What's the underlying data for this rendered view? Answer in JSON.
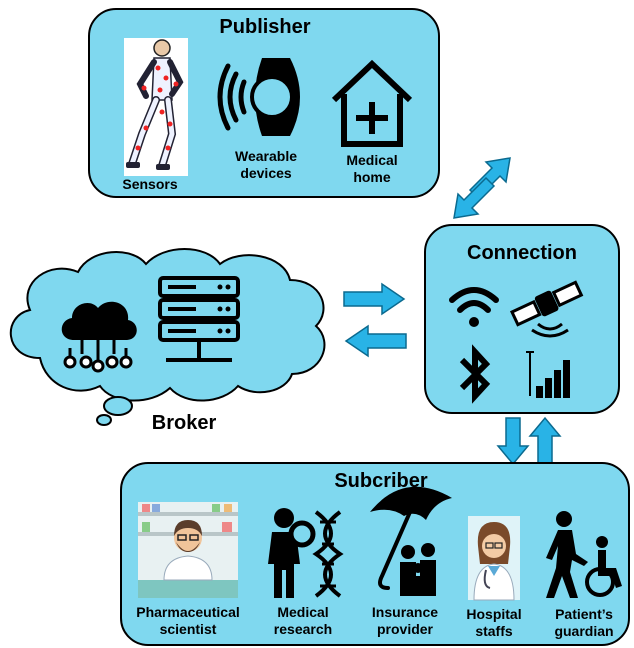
{
  "publisher": {
    "title": "Publisher",
    "items": [
      {
        "line1": "Sensors",
        "line2": ""
      },
      {
        "line1": "Wearable",
        "line2": "devices"
      },
      {
        "line1": "Medical",
        "line2": "home"
      }
    ]
  },
  "connection": {
    "title": "Connection"
  },
  "broker": {
    "title": "Broker"
  },
  "subscriber": {
    "title": "Subcriber",
    "items": [
      {
        "line1": "Pharmaceutical",
        "line2": "scientist"
      },
      {
        "line1": "Medical",
        "line2": "research"
      },
      {
        "line1": "Insurance",
        "line2": "provider"
      },
      {
        "line1": "Hospital",
        "line2": "staffs"
      },
      {
        "line1": "Patient’s",
        "line2": "guardian"
      }
    ]
  },
  "colors": {
    "panel": "#7fd8ef",
    "arrow": "#29b3e6",
    "outline": "#000000"
  },
  "icons": [
    "runner-with-sensors-icon",
    "wearable-wristband-icon",
    "medical-home-icon",
    "wifi-icon",
    "satellite-icon",
    "bluetooth-icon",
    "signal-bars-icon",
    "cloud-network-icon",
    "server-rack-icon",
    "pharmacist-icon",
    "magnifier-dna-icon",
    "umbrella-family-icon",
    "nurse-icon",
    "person-wheelchair-icon"
  ]
}
